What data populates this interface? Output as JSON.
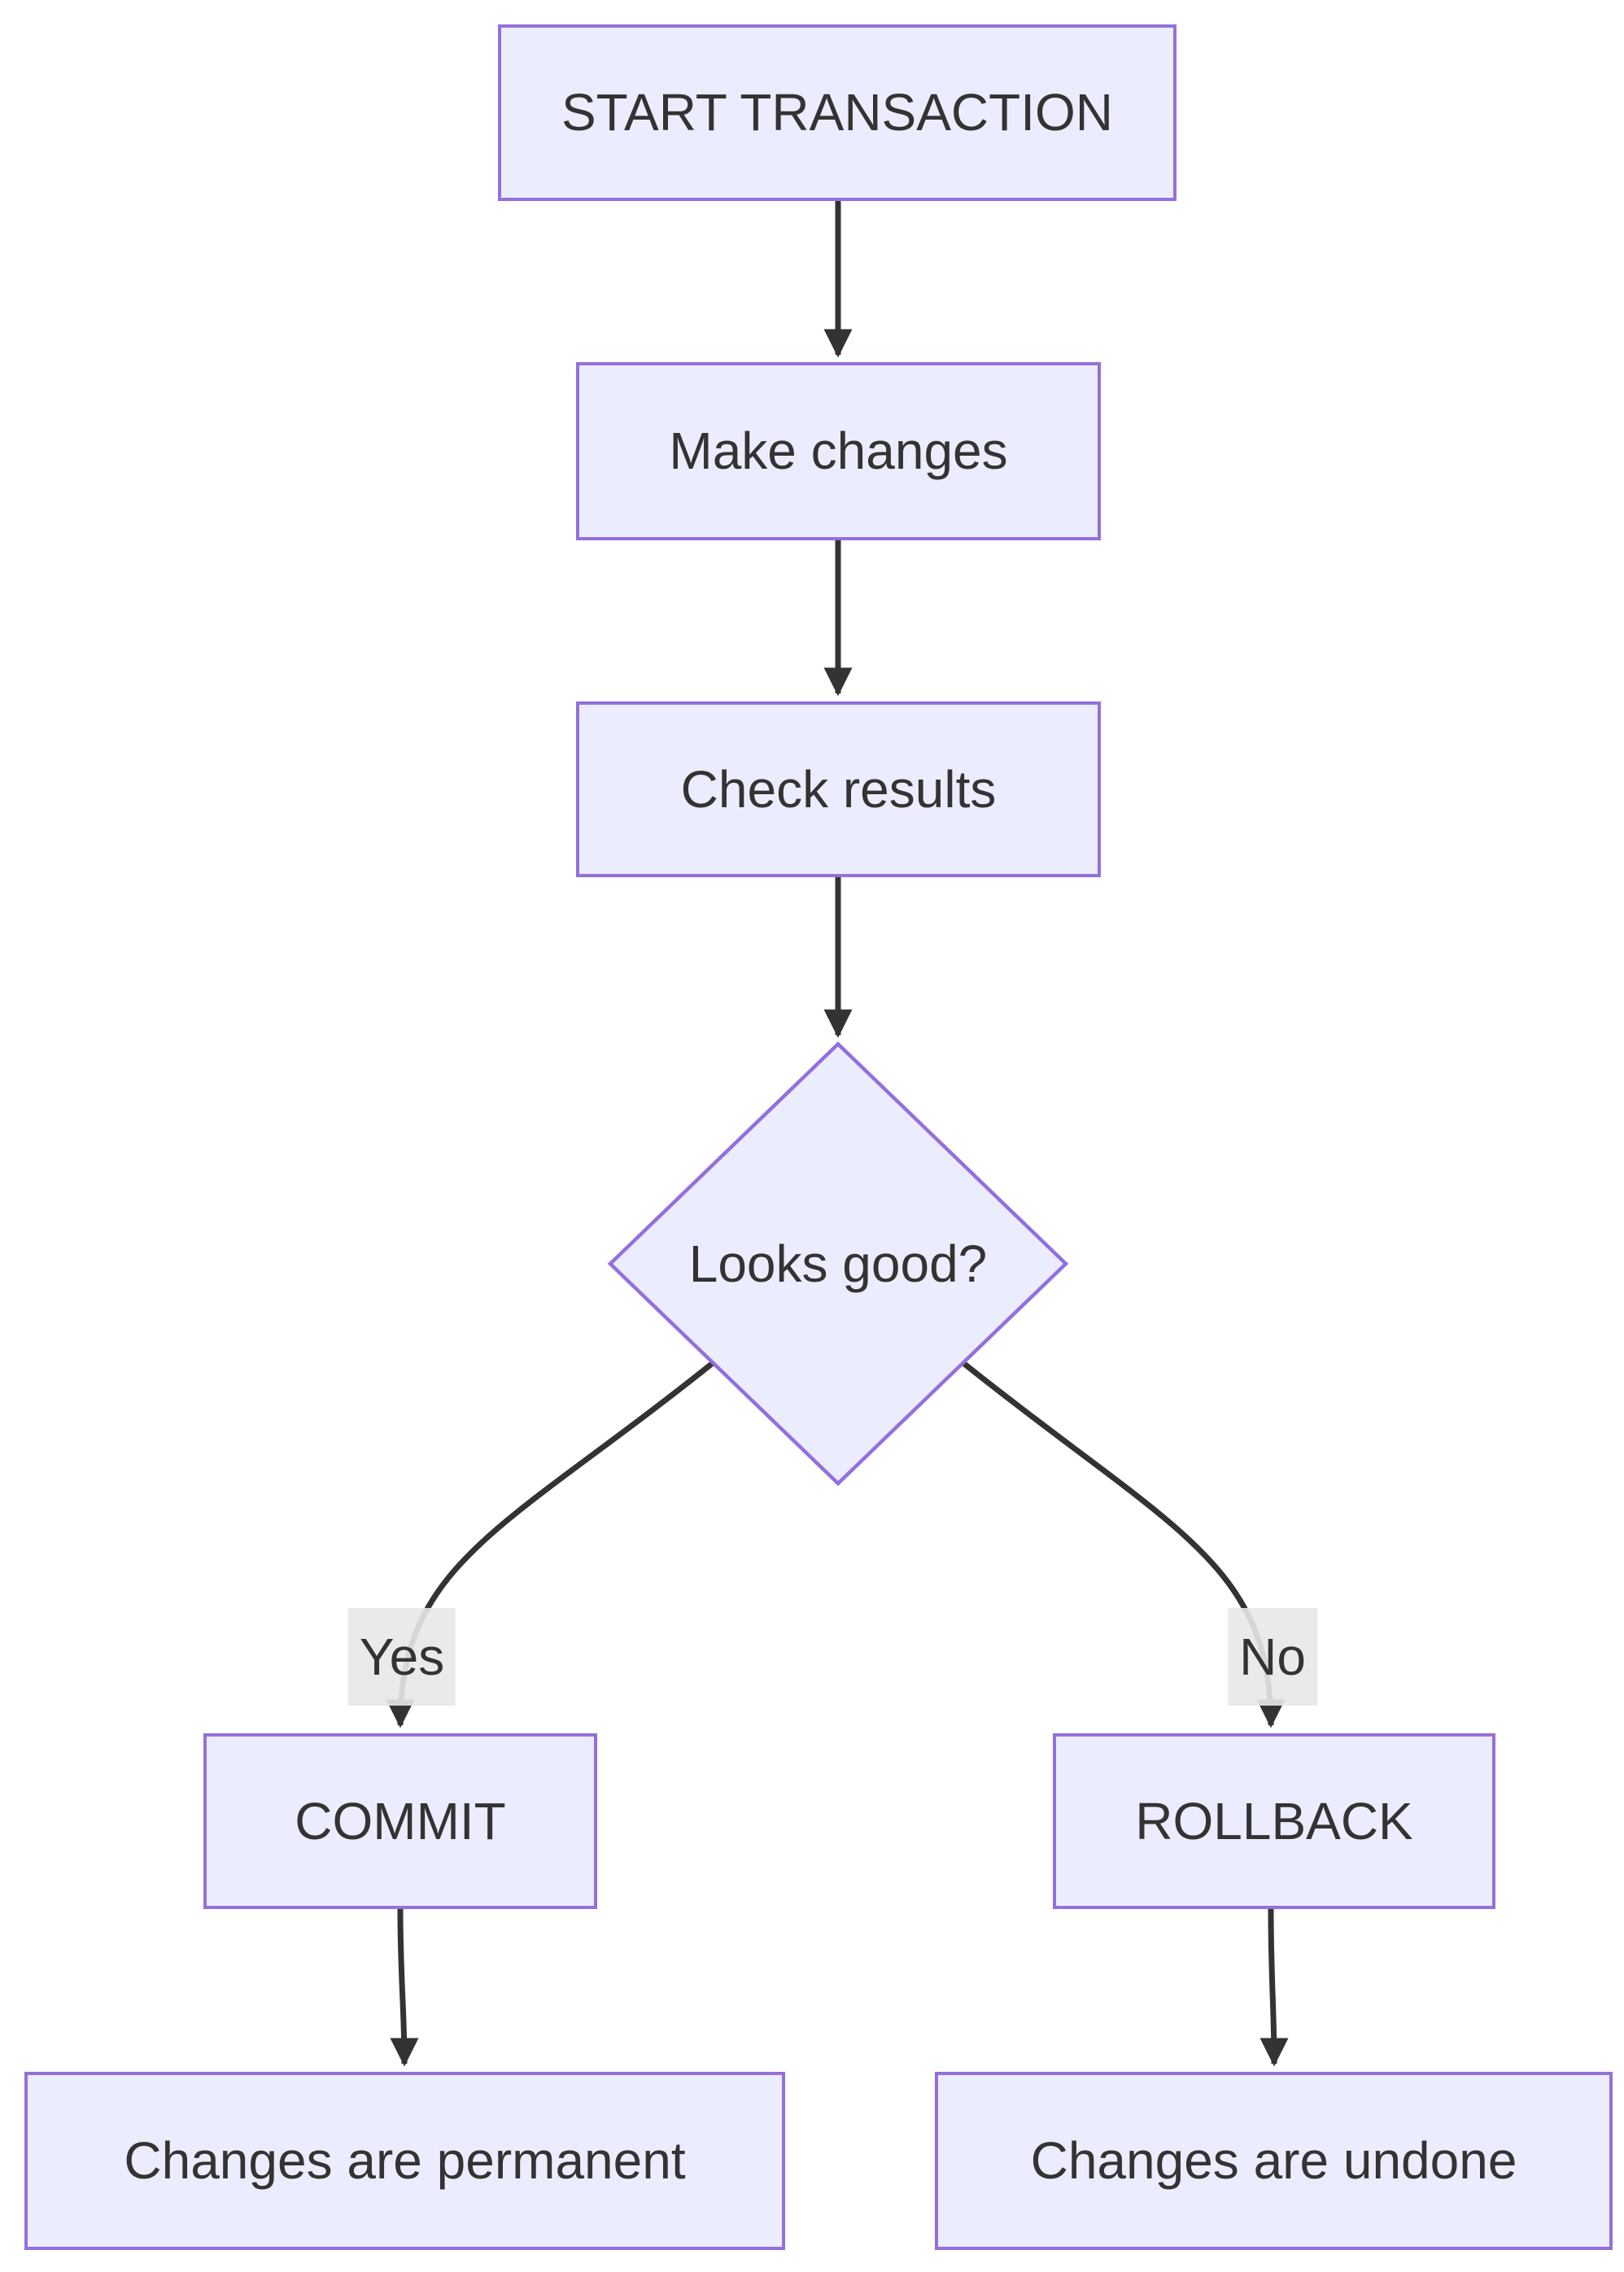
{
  "diagram": {
    "type": "flowchart",
    "direction": "top-down",
    "nodes": {
      "start": {
        "label": "START TRANSACTION",
        "shape": "rectangle"
      },
      "make": {
        "label": "Make changes",
        "shape": "rectangle"
      },
      "check": {
        "label": "Check results",
        "shape": "rectangle"
      },
      "decision": {
        "label": "Looks good?",
        "shape": "diamond"
      },
      "commit": {
        "label": "COMMIT",
        "shape": "rectangle"
      },
      "rollback": {
        "label": "ROLLBACK",
        "shape": "rectangle"
      },
      "permanent": {
        "label": "Changes are permanent",
        "shape": "rectangle"
      },
      "undone": {
        "label": "Changes are undone",
        "shape": "rectangle"
      }
    },
    "edges": [
      {
        "from": "start",
        "to": "make",
        "label": ""
      },
      {
        "from": "make",
        "to": "check",
        "label": ""
      },
      {
        "from": "check",
        "to": "decision",
        "label": ""
      },
      {
        "from": "decision",
        "to": "commit",
        "label": "Yes"
      },
      {
        "from": "decision",
        "to": "rollback",
        "label": "No"
      },
      {
        "from": "commit",
        "to": "permanent",
        "label": ""
      },
      {
        "from": "rollback",
        "to": "undone",
        "label": ""
      }
    ],
    "colors": {
      "node_fill": "#ECECFF",
      "node_border": "#9370DB",
      "edge_line": "#333333",
      "text": "#333333",
      "edge_label_bg": "#e8e8e8",
      "background": "#ffffff"
    }
  }
}
